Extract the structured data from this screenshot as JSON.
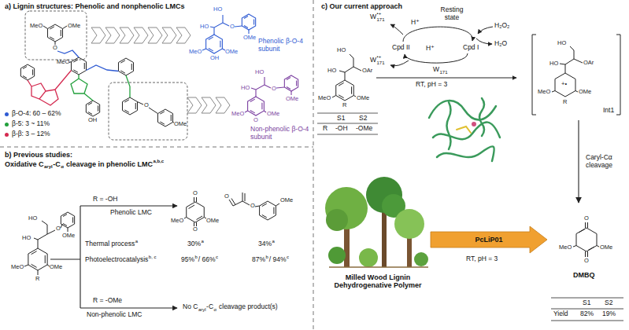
{
  "diagram": {
    "nodes": [
      {
        "text": [
          "Int1"
        ]
      },
      {
        "text": [
          "Milled Wood Lignin Dehydrogenative Polymer"
        ]
      },
      {
        "text": [
          "DMBQ"
        ]
      }
    ],
    "edges": [
      {
        "from": 0,
        "to": 2,
        "arrow": "to",
        "label": "Caryl-Cα cleavage"
      },
      {
        "from": 1,
        "to": 2,
        "arrow": "to",
        "label": "PcLiP01"
      }
    ],
    "labels": [
      "a) Lignin structures: Phenolic and nonphenolic LMCs",
      "MeO",
      "OMe",
      "O",
      "MeO",
      "OH",
      "O",
      "OMe",
      "HO",
      "HO",
      "O",
      "OMe",
      "MeO",
      "OMe",
      "OH",
      "Phenolic β-O-4 subunit",
      "HO",
      "HO",
      "O",
      "OMe",
      "MeO",
      "OMe",
      "O",
      "Non-phenolic β-O-4 subunit",
      "b) Previous studies:",
      "Oxidative C",
      "aryl",
      "-C",
      "α",
      "cleavage in phenolic LMC",
      "a,b,c",
      "HO",
      "HO",
      "O",
      "OMe",
      "MeO",
      "OMe",
      "R",
      "R = -OH",
      "Phenolic LMC",
      "O",
      "MeO",
      "OMe",
      "O",
      "O",
      "O",
      "OMe",
      "Thermal process",
      "a",
      "30%",
      "a",
      "34%",
      "a",
      "Photoelectrocatalysis",
      "b, c",
      "95%",
      "b",
      "/ 66%",
      "c",
      "87%",
      "b",
      "/ 94%",
      "c",
      "R = -OMe",
      "Non-phenolic LMC",
      "No C",
      "aryl",
      "-C",
      "α",
      "cleavage product(s)",
      "c) Our current approach",
      "W",
      "•+",
      "171",
      "H⁺",
      "Resting state",
      "H₂O₂",
      "H₂O",
      "Cpd II",
      "H⁺",
      "Cpd I",
      "W",
      "•+",
      "171",
      "W",
      "171",
      "HO",
      "HO",
      "OAr",
      "MeO",
      "OMe",
      "R",
      "S1",
      "S2",
      "R",
      "-OH",
      "-OMe",
      "RT, pH = 3",
      "HO",
      "HO",
      "OAr",
      "+•",
      "MeO",
      "OMe",
      "R",
      "RT, pH = 3",
      "O",
      "MeO",
      "OMe",
      "O",
      "S1",
      "S2",
      "Yield",
      "82%",
      "19%"
    ],
    "legend": [
      {
        "text": "β-O-4: 60 – 62%",
        "color": "#2f5bd3"
      },
      {
        "text": "β-5: 3 ~ 11%",
        "color": "#22a03c"
      },
      {
        "text": "β-β: 3 – 12%",
        "color": "#d42a50"
      }
    ]
  }
}
